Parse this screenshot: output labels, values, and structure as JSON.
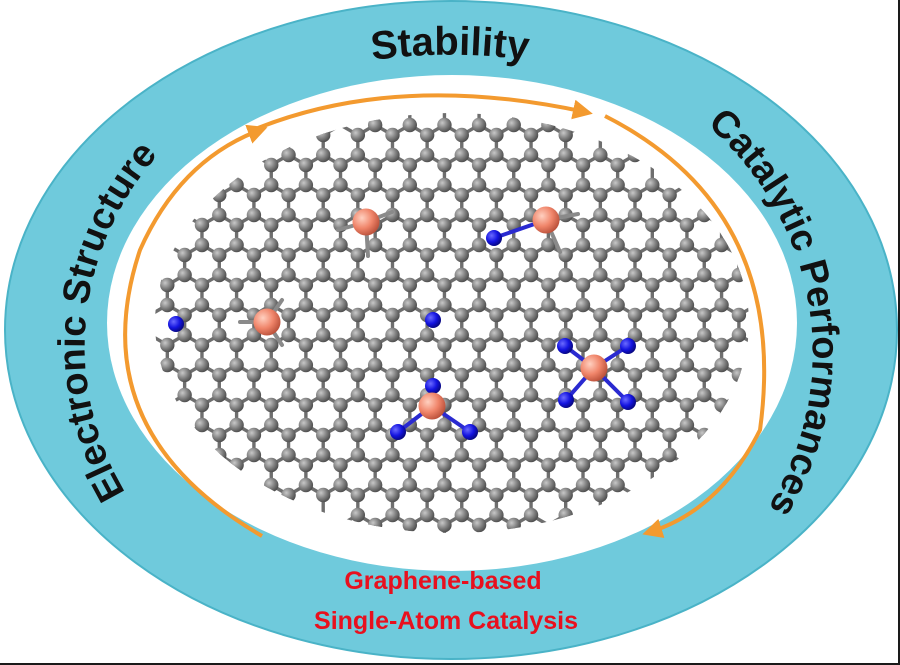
{
  "labels": {
    "top": "Stability",
    "left": "Electronic Structure",
    "right": "Catalytic Performances",
    "bottom_line1": "Graphene-based",
    "bottom_line2": "Single-Atom Catalysis"
  },
  "colors": {
    "ring": "#6fcadc",
    "ring_edge": "#4ab3c7",
    "arrow": "#f39a2f",
    "carbon": "#7a7a7a",
    "nitrogen": "#1212d6",
    "metal": "#f0856a",
    "bottom_text": "#e8101e"
  },
  "icons": [
    "carbon-atom-icon",
    "nitrogen-atom-icon",
    "metal-single-atom-icon",
    "cycle-arrow-icon"
  ]
}
